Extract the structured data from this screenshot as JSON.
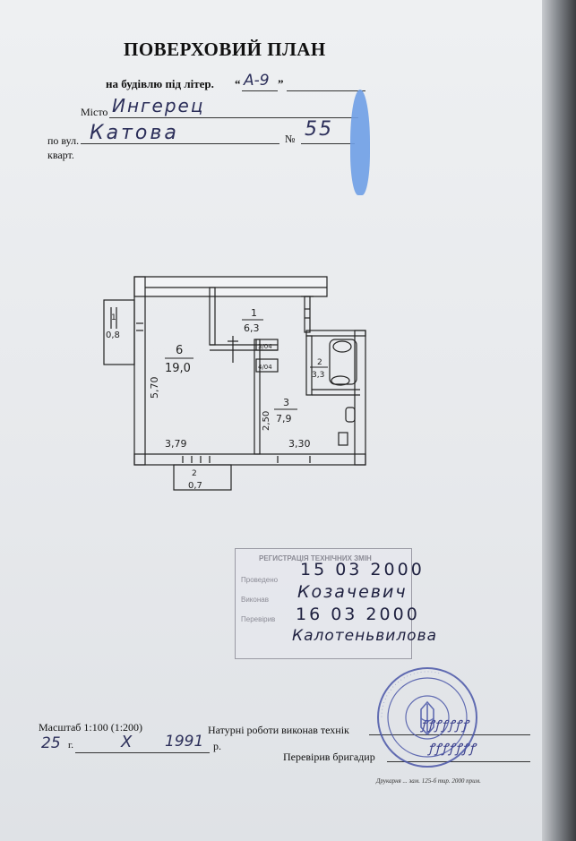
{
  "header": {
    "title": "ПОВЕРХОВИЙ ПЛАН",
    "building_label": "на будівлю під літер.",
    "building_letter": "А-9",
    "city_label": "Місто",
    "city_value": "Ингерец",
    "street_label": "по вул.",
    "street_value": "Катова",
    "number_label": "№",
    "number_value": "55",
    "apartment_label": "кварт."
  },
  "plan": {
    "rooms": [
      {
        "num": "1",
        "area": "6,3"
      },
      {
        "num": "2",
        "area": "3,3"
      },
      {
        "num": "3",
        "area": "7,9"
      },
      {
        "num": "6",
        "area": "19,0"
      },
      {
        "num": "1",
        "area": "0,8"
      },
      {
        "num": "2",
        "area": "0,7"
      }
    ],
    "dims": [
      "3,79",
      "3,30",
      "5,70",
      "2,50",
      "3/04",
      "4/04"
    ]
  },
  "registration": {
    "title": "РЕГИСТРАЦІЯ ТЕХНІЧНИХ ЗМІН",
    "row1_label": "Проведено",
    "row1_value": "15 03 2000",
    "row2_label": "Виконав",
    "row2_value": "Козачевич",
    "row3_label": "Перевірив",
    "row3_value": "16 03 2000",
    "row4_value": "Калотеньвилова"
  },
  "footer": {
    "scale": "Масштаб 1:100 (1:200)",
    "date_day": "25",
    "date_g": "г.",
    "date_month": "X",
    "date_year": "1991",
    "date_r": "р.",
    "fieldwork": "Натурні роботи виконав технік",
    "checked": "Перевірив бригадир",
    "print_note": "Друкарня ... зам. 125-б тир. 2000 прим."
  },
  "colors": {
    "ink": "#2c2f5a",
    "stamp": "#4a56a8",
    "redaction": "#6f9ee6"
  }
}
